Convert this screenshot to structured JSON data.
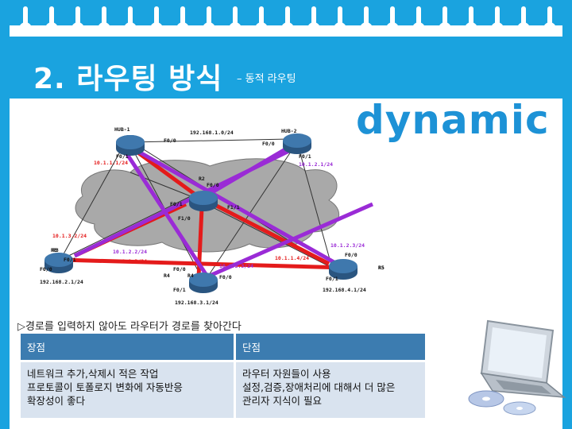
{
  "header": {
    "title": "2. 라우팅 방식",
    "subtitle": "– 동적 라우팅"
  },
  "diagram": {
    "routers": [
      "HUB-1",
      "HUB-2",
      "R2",
      "R3",
      "R4",
      "R5"
    ],
    "labels": [
      "192.168.1.0/24",
      "F0/0",
      "F0/0",
      "F0/1",
      "10.1.1.1/24",
      "F0/1",
      "10.1.2.1/24",
      "F0/0",
      "F0/1",
      "F1/0",
      "F1/1",
      "10.1.3.2/24",
      "10.1.2.2/24",
      "10.1.2.3/24",
      "R3",
      "F0/1",
      "10.1.1.3/24",
      "F0/0",
      "10.1.1.4/24",
      "F0/0",
      "F0/1",
      "R5",
      "F0/0",
      "192.168.2.1/24",
      "10.1.3.3/24",
      "R4",
      "F0/0",
      "F0/1",
      "192.168.3.1/24",
      "192.168.4.1/24"
    ]
  },
  "keyword": "dynamic",
  "caption": "경로를 입력하지 않아도 라우터가 경로를 찾아간다",
  "table": {
    "headers": [
      "장점",
      "단점"
    ],
    "advantages": [
      "네트워크 추가,삭제시 적은 작업",
      "프로토콜이 토폴로지 변화에 자동반응",
      "확장성이 좋다"
    ],
    "disadvantages": [
      "라우터 자원들이 사용",
      "설정,검증,장애처리에 대해서 더 많은",
      "관리자 지식이 필요"
    ]
  },
  "colors": {
    "background": "#1aa3df",
    "accent": "#1d92d6",
    "table_header": "#3c7cb0",
    "table_cell": "#d9e3ef",
    "link_red": "#e41b1b",
    "link_purple": "#9a2bd6"
  }
}
